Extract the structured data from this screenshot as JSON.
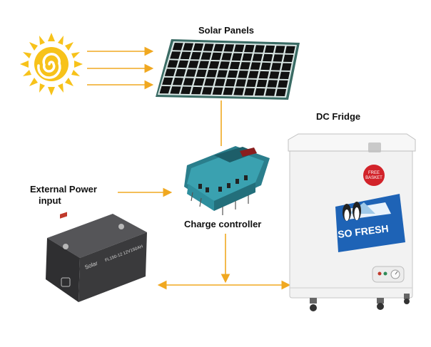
{
  "labels": {
    "solar_panels": "Solar Panels",
    "dc_fridge": "DC Fridge",
    "external_power_line1": "External Power",
    "external_power_line2": "input",
    "charge_controller": "Charge controller"
  },
  "fridge_decal": {
    "brand": "SO FRESH",
    "badge_line1": "FREE",
    "badge_line2": "BASKET"
  },
  "battery_print": {
    "brand": "Solar",
    "model": "FL150-12 12V150AH"
  },
  "colors": {
    "arrow": "#f0a820",
    "wire": "#f0a820",
    "sun": "#f7c21a",
    "panel_frame": "#3a6b64",
    "panel_cell": "#111111",
    "controller": "#2e8f9e",
    "fridge_body": "#f2f2f2",
    "battery": "#3a3a3c",
    "label_text": "#111111"
  },
  "icons": [
    "sun-icon",
    "solar-panel-icon",
    "charge-controller-icon",
    "battery-icon",
    "fridge-icon"
  ]
}
